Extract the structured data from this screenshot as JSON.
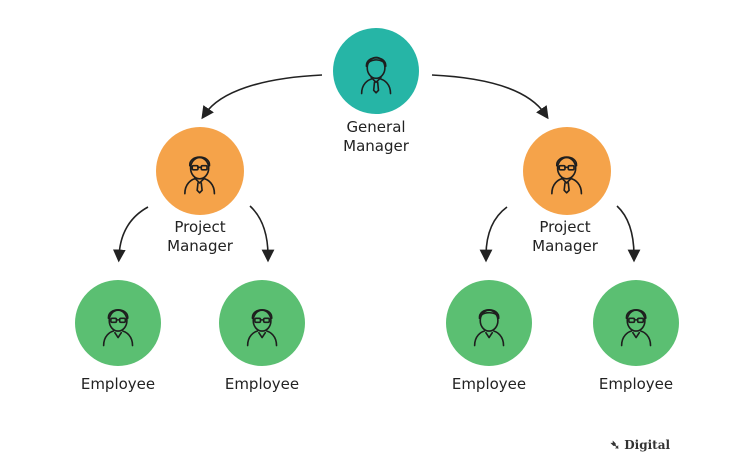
{
  "colors": {
    "general_manager": "#26b5a6",
    "project_manager": "#f5a34a",
    "employee": "#5bbf72",
    "arrow": "#222222",
    "icon_stroke": "#1e1e1e"
  },
  "nodes": {
    "general_manager": {
      "line1": "General",
      "line2": "Manager",
      "icon": "person-tie-icon"
    },
    "project_manager_left": {
      "line1": "Project",
      "line2": "Manager",
      "icon": "person-glasses-icon"
    },
    "project_manager_right": {
      "line1": "Project",
      "line2": "Manager",
      "icon": "person-glasses-icon"
    },
    "employees": [
      {
        "label": "Employee",
        "icon": "person-glasses-icon"
      },
      {
        "label": "Employee",
        "icon": "person-glasses-icon"
      },
      {
        "label": "Employee",
        "icon": "person-icon"
      },
      {
        "label": "Employee",
        "icon": "person-glasses-icon"
      }
    ]
  },
  "watermark": "Digital"
}
